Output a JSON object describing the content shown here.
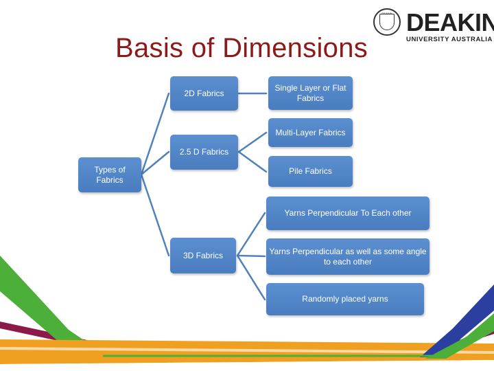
{
  "slide": {
    "title": "Basis of Dimensions",
    "logo": {
      "wordmark": "DEAKIN",
      "subtitle": "UNIVERSITY AUSTRALIA",
      "seal_text": "DEAKIN"
    }
  },
  "diagram": {
    "root": "Types of Fabrics",
    "categories": [
      "2D Fabrics",
      "2.5 D Fabrics",
      "3D Fabrics"
    ],
    "leaves": [
      "Single Layer or Flat Fabrics",
      "Multi-Layer Fabrics",
      "Pile Fabrics",
      "Yarns Perpendicular To Each other",
      "Yarns Perpendicular as well as some angle to each other",
      "Randomly placed yarns"
    ]
  },
  "colors": {
    "title": "#8b1a1a",
    "node_fill": "#4f81bd",
    "connector": "#4f81bd",
    "decor_green": "#4caf3a",
    "decor_orange": "#f0a020",
    "decor_blue": "#2a3fa0",
    "decor_maroon": "#8b1a4a"
  }
}
